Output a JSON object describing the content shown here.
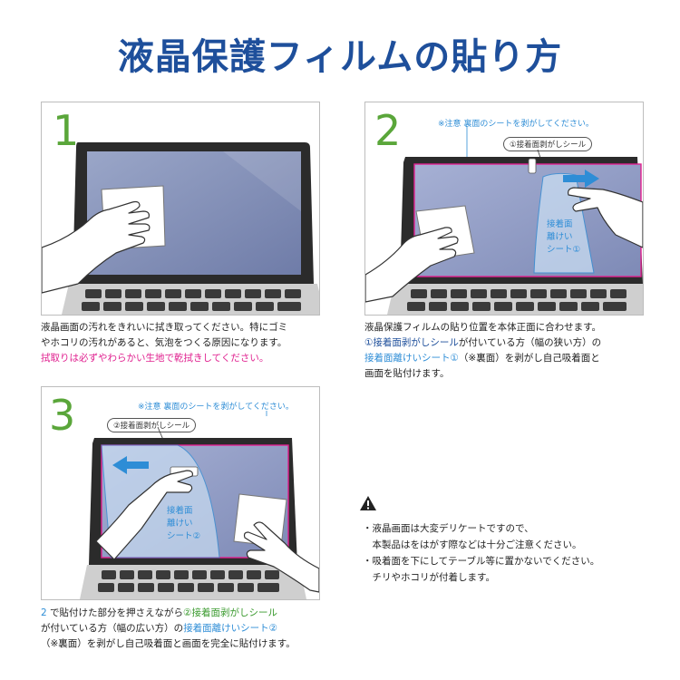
{
  "title": "液晶保護フィルムの貼り方",
  "colors": {
    "title": "#1e4f9b",
    "step_number": "#5aa63a",
    "pink": "#e0208f",
    "blue": "#2e8dd6"
  },
  "steps": [
    {
      "number": "1",
      "caption_lines": [
        "液晶画面の汚れをきれいに拭き取ってください。特にゴミ",
        "やホコリの汚れがあると、気泡をつくる原因になります。"
      ],
      "caption_pink": "拭取りは必ずやわらかい生地で乾拭きしてください。"
    },
    {
      "number": "2",
      "note": "※注意 裏面のシートを剥がしてください。",
      "peel_label": "①接着面剥がしシール",
      "sheet_label": [
        "接着面",
        "離けい",
        "シート①"
      ],
      "caption_line1": "液晶保護フィルムの貼り位置を本体正面に合わせます。",
      "caption_line2_blue": "①接着面剥がしシール",
      "caption_line2_rest": "が付いている方（幅の狭い方）の",
      "caption_line3_blue": "接着面離けいシート①",
      "caption_line3_rest": "（※裏面）を剥がし自己吸着面と",
      "caption_line4": "画面を貼付けます。"
    },
    {
      "number": "3",
      "note": "※注意 裏面のシートを剥がしてください。",
      "peel_label": "②接着面剥がしシール",
      "sheet_label": [
        "接着面",
        "離けい",
        "シート②"
      ],
      "caption_line1_num": "2",
      "caption_line1_rest": " で貼付けた部分を押さえながら",
      "caption_line1_green": "②接着面剥がしシール",
      "caption_line2_rest": "が付いている方（幅の広い方）の",
      "caption_line2_blue": "接着面離けいシート②",
      "caption_line3": "（※裏面）を剥がし自己吸着面と画面を完全に貼付けます。"
    }
  ],
  "warnings": [
    "・液晶画面は大変デリケートですので、",
    "　本製品はをはがす際などは十分ご注意ください。",
    "・吸着面を下にしてテーブル等に置かないでください。",
    "　チリやホコリが付着します。"
  ]
}
